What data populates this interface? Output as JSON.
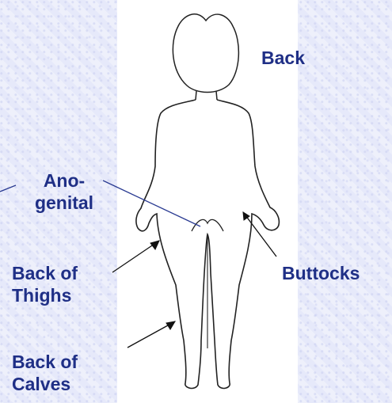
{
  "labels": {
    "back": "Back",
    "anogenital": [
      "Ano-",
      "genital"
    ],
    "buttocks": "Buttocks",
    "back_of_thighs": [
      "Back of",
      "Thighs"
    ],
    "back_of_calves": [
      "Back of",
      "Calves"
    ]
  },
  "colors": {
    "label_text": "#1f2f86",
    "arrow": "#111111",
    "pointer_line": "#2a3b92",
    "outline": "#222222",
    "panel": "#ffffff",
    "background": "#eef0fb"
  }
}
